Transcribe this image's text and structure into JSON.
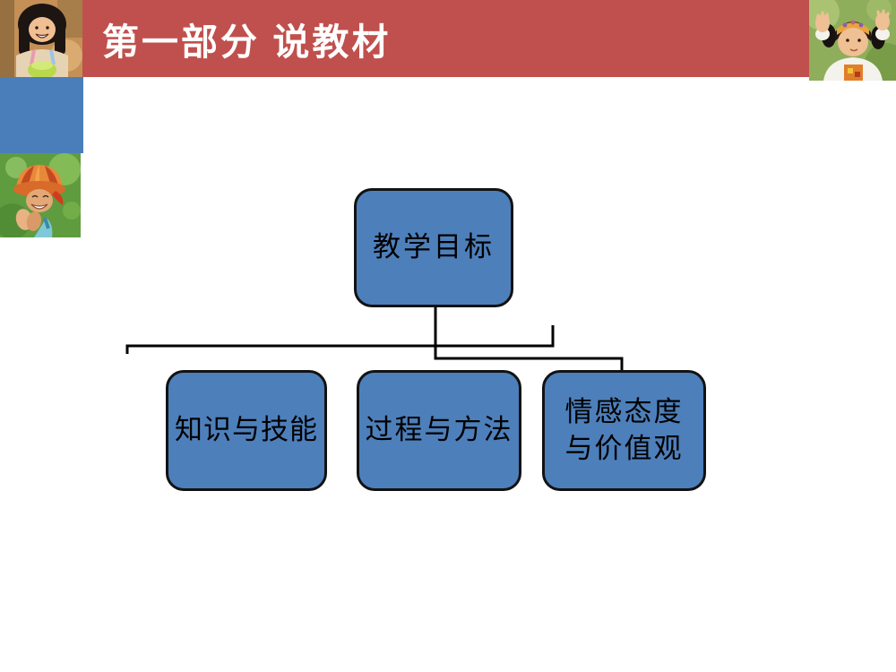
{
  "slide": {
    "title": "第一部分 说教材"
  },
  "diagram": {
    "type": "org-chart",
    "root": {
      "label": "教学目标"
    },
    "children": [
      {
        "label": "知识与技能"
      },
      {
        "label": "过程与方法"
      },
      {
        "label": "情感态度\n与价值观"
      }
    ]
  },
  "decor": {
    "photo_top_left": "girl-photo",
    "photo_top_right": "baby-photo",
    "photo_side": "boy-photo"
  },
  "colors": {
    "banner_red": "#c0504d",
    "sidebar_blue": "#4a7ebb",
    "node_fill": "#4d7fbb",
    "node_border": "#121212",
    "connector": "#000000",
    "title_text": "#ffffff",
    "node_text": "#000000"
  }
}
